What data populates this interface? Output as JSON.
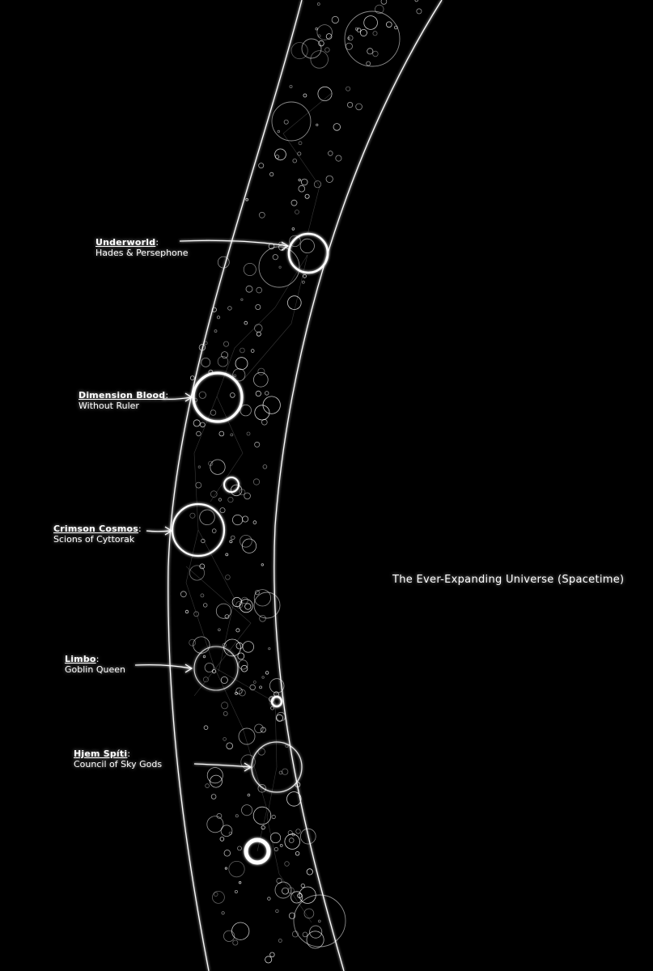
{
  "colors": {
    "background": "#000000",
    "foreground": "#ffffff"
  },
  "universe_label": "The Ever-Expanding Universe (Spacetime)",
  "realms": [
    {
      "name": "Underworld",
      "ruler": "Hades & Persephone"
    },
    {
      "name": "Dimension Blood",
      "ruler": "Without Ruler"
    },
    {
      "name": "Crimson Cosmos",
      "ruler": "Scions of Cyttorak"
    },
    {
      "name": "Limbo",
      "ruler": "Goblin Queen"
    },
    {
      "name": "Hjem Spíti",
      "ruler": "Council of Sky Gods"
    }
  ]
}
